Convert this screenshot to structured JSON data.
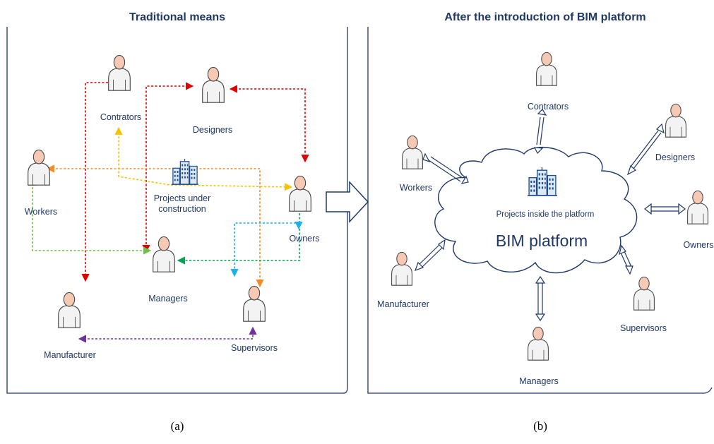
{
  "panel_a": {
    "title": "Traditional means",
    "caption": "(a)",
    "center_label_line1": "Projects under",
    "center_label_line2": "construction",
    "roles": {
      "contractors": "Contrators",
      "designers": "Designers",
      "workers": "Workers",
      "owners": "Owners",
      "managers": "Managers",
      "manufacturer": "Manufacturer",
      "supervisors": "Supervisors"
    }
  },
  "panel_b": {
    "title": "After the introduction of BIM platform",
    "caption": "(b)",
    "platform_label": "BIM platform",
    "projects_label": "Projects inside the platform",
    "roles": {
      "contractors": "Contrators",
      "designers": "Designers",
      "workers": "Workers",
      "owners": "Owners",
      "manufacturer": "Manufacturer",
      "supervisors": "Supervisors",
      "managers": "Managers"
    }
  },
  "colors": {
    "text": "#1f3864",
    "red": "#e00000",
    "orange": "#f28c28",
    "yellow": "#f5c400",
    "green": "#6cc04a",
    "bright_green": "#00a651",
    "cyan": "#1ab2e8",
    "purple": "#7030a0"
  }
}
